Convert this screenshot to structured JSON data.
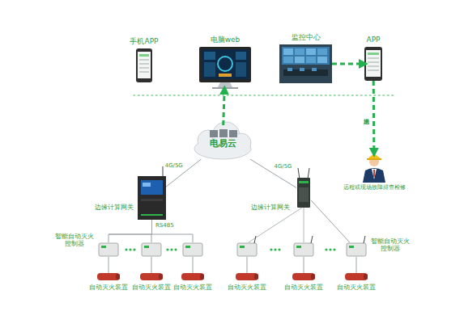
{
  "diagram": {
    "nodes": [
      {
        "text": [
          "手机APP"
        ]
      },
      {
        "text": [
          "电脑web"
        ]
      },
      {
        "text": [
          "监控中心"
        ]
      },
      {
        "text": [
          "APP"
        ]
      },
      {
        "text": [
          "远程或现场故障排查检修"
        ]
      },
      {
        "text": [
          "电易云"
        ]
      },
      {
        "text": [
          "边缘计算网关"
        ]
      },
      {
        "text": [
          "边缘计算网关"
        ]
      },
      {
        "text": [
          "智能自动灭火控制器"
        ]
      },
      {
        "text": [
          "智能自动灭火控制器"
        ]
      },
      {
        "text": [
          "自动灭火装置"
        ]
      },
      {
        "text": [
          "自动灭火装置"
        ]
      },
      {
        "text": [
          "自动灭火装置"
        ]
      },
      {
        "text": [
          "自动灭火装置"
        ]
      },
      {
        "text": [
          "自动灭火装置"
        ]
      },
      {
        "text": [
          "自动灭火装置"
        ]
      }
    ],
    "edges": [
      {
        "from": 2,
        "to": 3,
        "arrow": "to"
      },
      {
        "from": 3,
        "to": 4,
        "label": "消息推送",
        "arrow": "to"
      },
      {
        "from": 5,
        "to": 1,
        "arrow": "to"
      },
      {
        "from": 5,
        "to": 6,
        "label": "4G/5G",
        "arrow": "none"
      },
      {
        "from": 5,
        "to": 7,
        "label": "4G/5G",
        "arrow": "none"
      },
      {
        "from": 6,
        "to": 8,
        "arrow": "none"
      },
      {
        "from": 7,
        "to": 9,
        "arrow": "none"
      },
      {
        "from": 8,
        "to": 10,
        "arrow": "none"
      },
      {
        "from": 9,
        "to": 15,
        "arrow": "none"
      }
    ],
    "labels": [
      "RS485"
    ]
  }
}
